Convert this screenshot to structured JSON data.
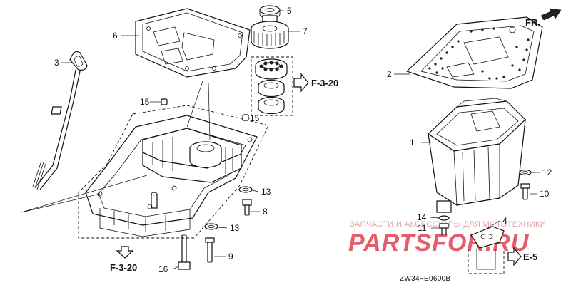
{
  "diagram_code": "ZW34−E0600B",
  "direction_marker": "FR.",
  "references": {
    "f320_upper": "F-3-20",
    "f320_lower": "F-3-20",
    "e5": "E-5"
  },
  "callouts": {
    "c1": "1",
    "c2": "2",
    "c3": "3",
    "c4": "4",
    "c5": "5",
    "c6": "6",
    "c7": "7",
    "c8": "8",
    "c9": "9",
    "c10": "10",
    "c11": "11",
    "c12": "12",
    "c13a": "13",
    "c13b": "13",
    "c14": "14",
    "c15a": "15",
    "c15b": "15",
    "c16": "16"
  },
  "watermark": {
    "caption": "ЗАПЧАСТИ И АКСЕССУАРЫ ДЛЯ МОТОТЕХНИКИ",
    "brand": "PARTSFOR.RU"
  },
  "colors": {
    "line": "#111111",
    "background": "#ffffff",
    "watermark": "#e35d6a"
  }
}
